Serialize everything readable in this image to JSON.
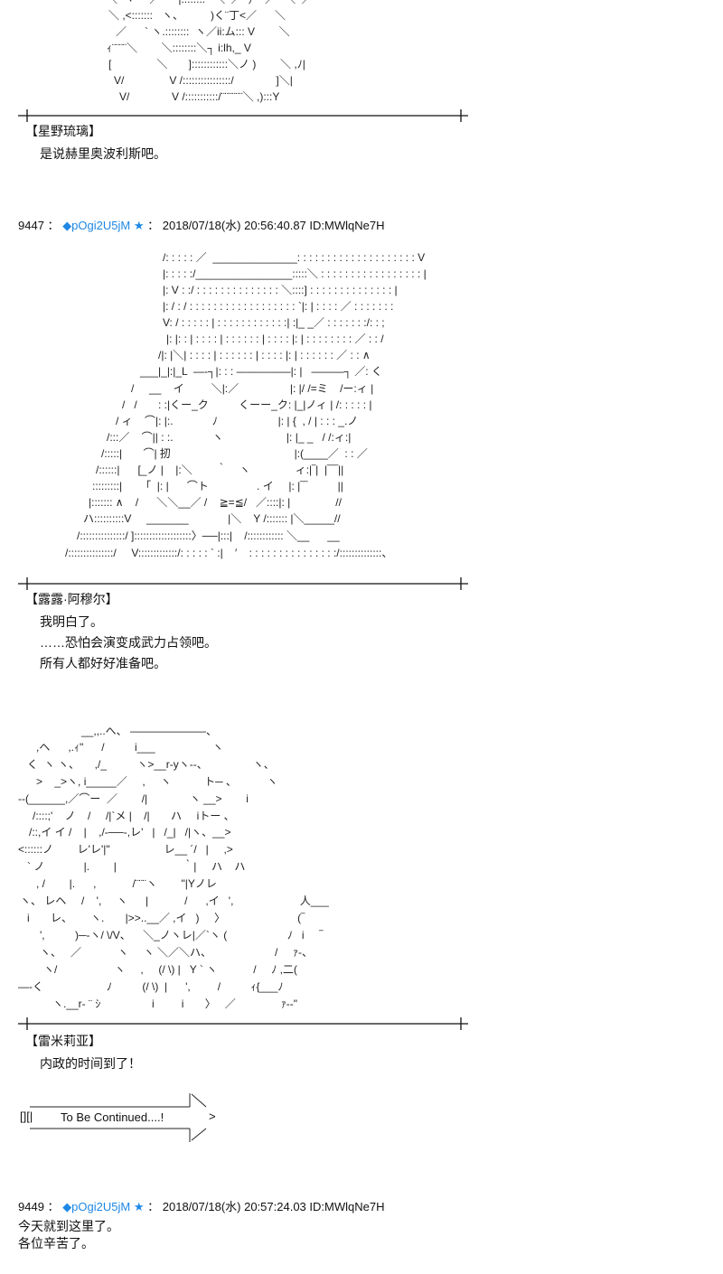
{
  "aa_block_1": [
    "＼  ヽ     ／      |::::::::   ＼  ／  ）  ／   ＼  ／",
    "＼ ,<:::::::   ヽ、         )く¨丁<／      ＼",
    "／      ` ヽ.::::::::  ヽ／ii:ム::: V        ＼",
    "ｨ¨¨¨¨＼        ＼::::::::＼┐ i:lh,_ V",
    "[               ＼       ]::::::::::::＼ノ )        ＼ ,ﾉ|",
    "V/               V /::::::::::::::::/              ]＼|",
    "V/              V /:::::::::::/¨¨¨¨¨¨＼ ,):::Y"
  ],
  "speaker_1": "【星野琉璃】",
  "dialogue_1": [
    "是说赫里奥波利斯吧。"
  ],
  "post_9447": {
    "number": "9447",
    "sep": "：",
    "trip": "◆pOgi2U5jM",
    "star": "★",
    "sep2": "：",
    "datetime": "2018/07/18(水) 20:56:40.87",
    "id": "ID:MWlqNe7H"
  },
  "aa_block_2": [
    "/: : : : : ／  ______________: : : : : : : : : : : : : : : : : : : : V",
    "|: : : : :/________________:::::＼ : : : : : : : : : : : : : : : : : |",
    "|: V : :/ : : : : : : : : : : : : : : ＼::::] : : : : : : : : : : : : : : |",
    "|: / : / : : : : : : : : : : : : : : : : : : `|: | : : : : ／ : : : : : : :",
    "V: / : : : : : | : : : : : : : : : : : :| :|_ _／ : : : : : : :/: : ;",
    "|: |: : | : : : : | : : : : : : | : : : : |: | : : : : : : : : ／ : : /",
    "/|: |＼| : : : : | : : : : : : | : : : : |: | : : : : : : ／ : : ∧",
    "___|_|:|_L  ―‐┐|: : : ―――――|: |   ―――┐ ／: く",
    "/     __    イ         ＼|:／                 |: |/ /=ミ    /ー:ィ |",
    "/   /       : :|くー_ク          くーー_ク: |_|ノィ | /: : : : : |",
    "/ ィ    ⌒|: |:.             ﾉ                    |: | {  , / | : : : _.ノ",
    "/:::／    ⌒|| : :.             ヽ                     |: |_ _   / /:ィ:|",
    "/:::::|       ⌒| 扨                                         |:(____／  : : ／",
    "/::::::|      [_ノ |    |:＼        ｀    ヽ               ィ:|‾|  |‾‾‾||",
    ":::::::::|      「  |: |      ⌒ト                . イ     |: |‾‾          ||",
    "|::::::: ∧    /      ＼＼__／ /    ≧=≦/   ／::::|: |               //",
    "ハ::::::::::V     _______             |＼    Y /::::::: |＼_____//",
    "/:::::::::::::::/ ]:::::::::::::::::::〉──|:::|    /:::::::::::: ＼__      __",
    "/:::::::::::::::/     V:::::::::::::/: : : : : ` :|    ′    : : : : : : : : : : : : : : :/::::::::::::::、"
  ],
  "speaker_2": "【露露·阿穆尔】",
  "dialogue_2": [
    "我明白了。",
    "……恐怕会演变成武力占领吧。",
    "所有人都好好准备吧。"
  ],
  "aa_block_3": [
    "__,,..へ、 ―――――――、",
    ",ヘ      ,.ｨ\"      /          i___                   ヽ",
    "く  ヽ ヽ、     ,/_          ヽ>__r‐yヽ‐-、               ヽ、",
    ">    _>ヽ, i_____／     ,     ヽ           ト─ 、          ヽ",
    "‐‐(______,／⌒ー  ／        /|              ヽ __>        i",
    "/::::;'    ノ    /     /|`メ |    /|       ハ     iトー 、",
    "/::,イ イ /    |    ,/‐──-,レ'   |   /_|   /|ヽ、__>",
    "<::::::ノ        レ'レ'|\"                  レ__ ´/   |     ,>",
    "` ノ             |.        |                      ｀|     ハ    ハ",
    ", /        |.      ,            /¨¨¨ヽ        \"|Yノレ",
    "ヽ、 レヘ     /    ',     ヽ      |            /      ,イ   ',                      人___",
    "i       レ、      ヽ.       |>>..__／ ,イ   )     〉                        (‾",
    "',          )─-ヽ/ \\/V、    ＼_ノヽレ|／`ヽ (                    ﾉ   i     ‾",
    "ヽ、   ／            ヽ     ヽ ＼／＼ハ、                     /     ｧ-、",
    "ヽ/                   ヽ     ,     (/ \\) |   Y ` ヽ            /     ﾉ ,二(",
    "―‐く                     ﾉ          (/ \\)  |      ',         /          ｨ{___ﾉ",
    "ヽ.__r‐ ¨ ｼ                 i         i       〉   ／               ｧ-‐\""
  ],
  "speaker_3": "【雷米莉亚】",
  "dialogue_3": [
    "内政的时间到了！"
  ],
  "to_be_continued": {
    "marker": "[][|",
    "label": "To Be Continued....!",
    "arrow_tip": ">"
  },
  "post_9449": {
    "number": "9449",
    "sep": "：",
    "trip": "◆pOgi2U5jM",
    "star": "★",
    "sep2": "：",
    "datetime": "2018/07/18(水) 20:57:24.03",
    "id": "ID:MWlqNe7H",
    "lines": [
      "今天就到这里了。",
      "各位辛苦了。"
    ]
  }
}
